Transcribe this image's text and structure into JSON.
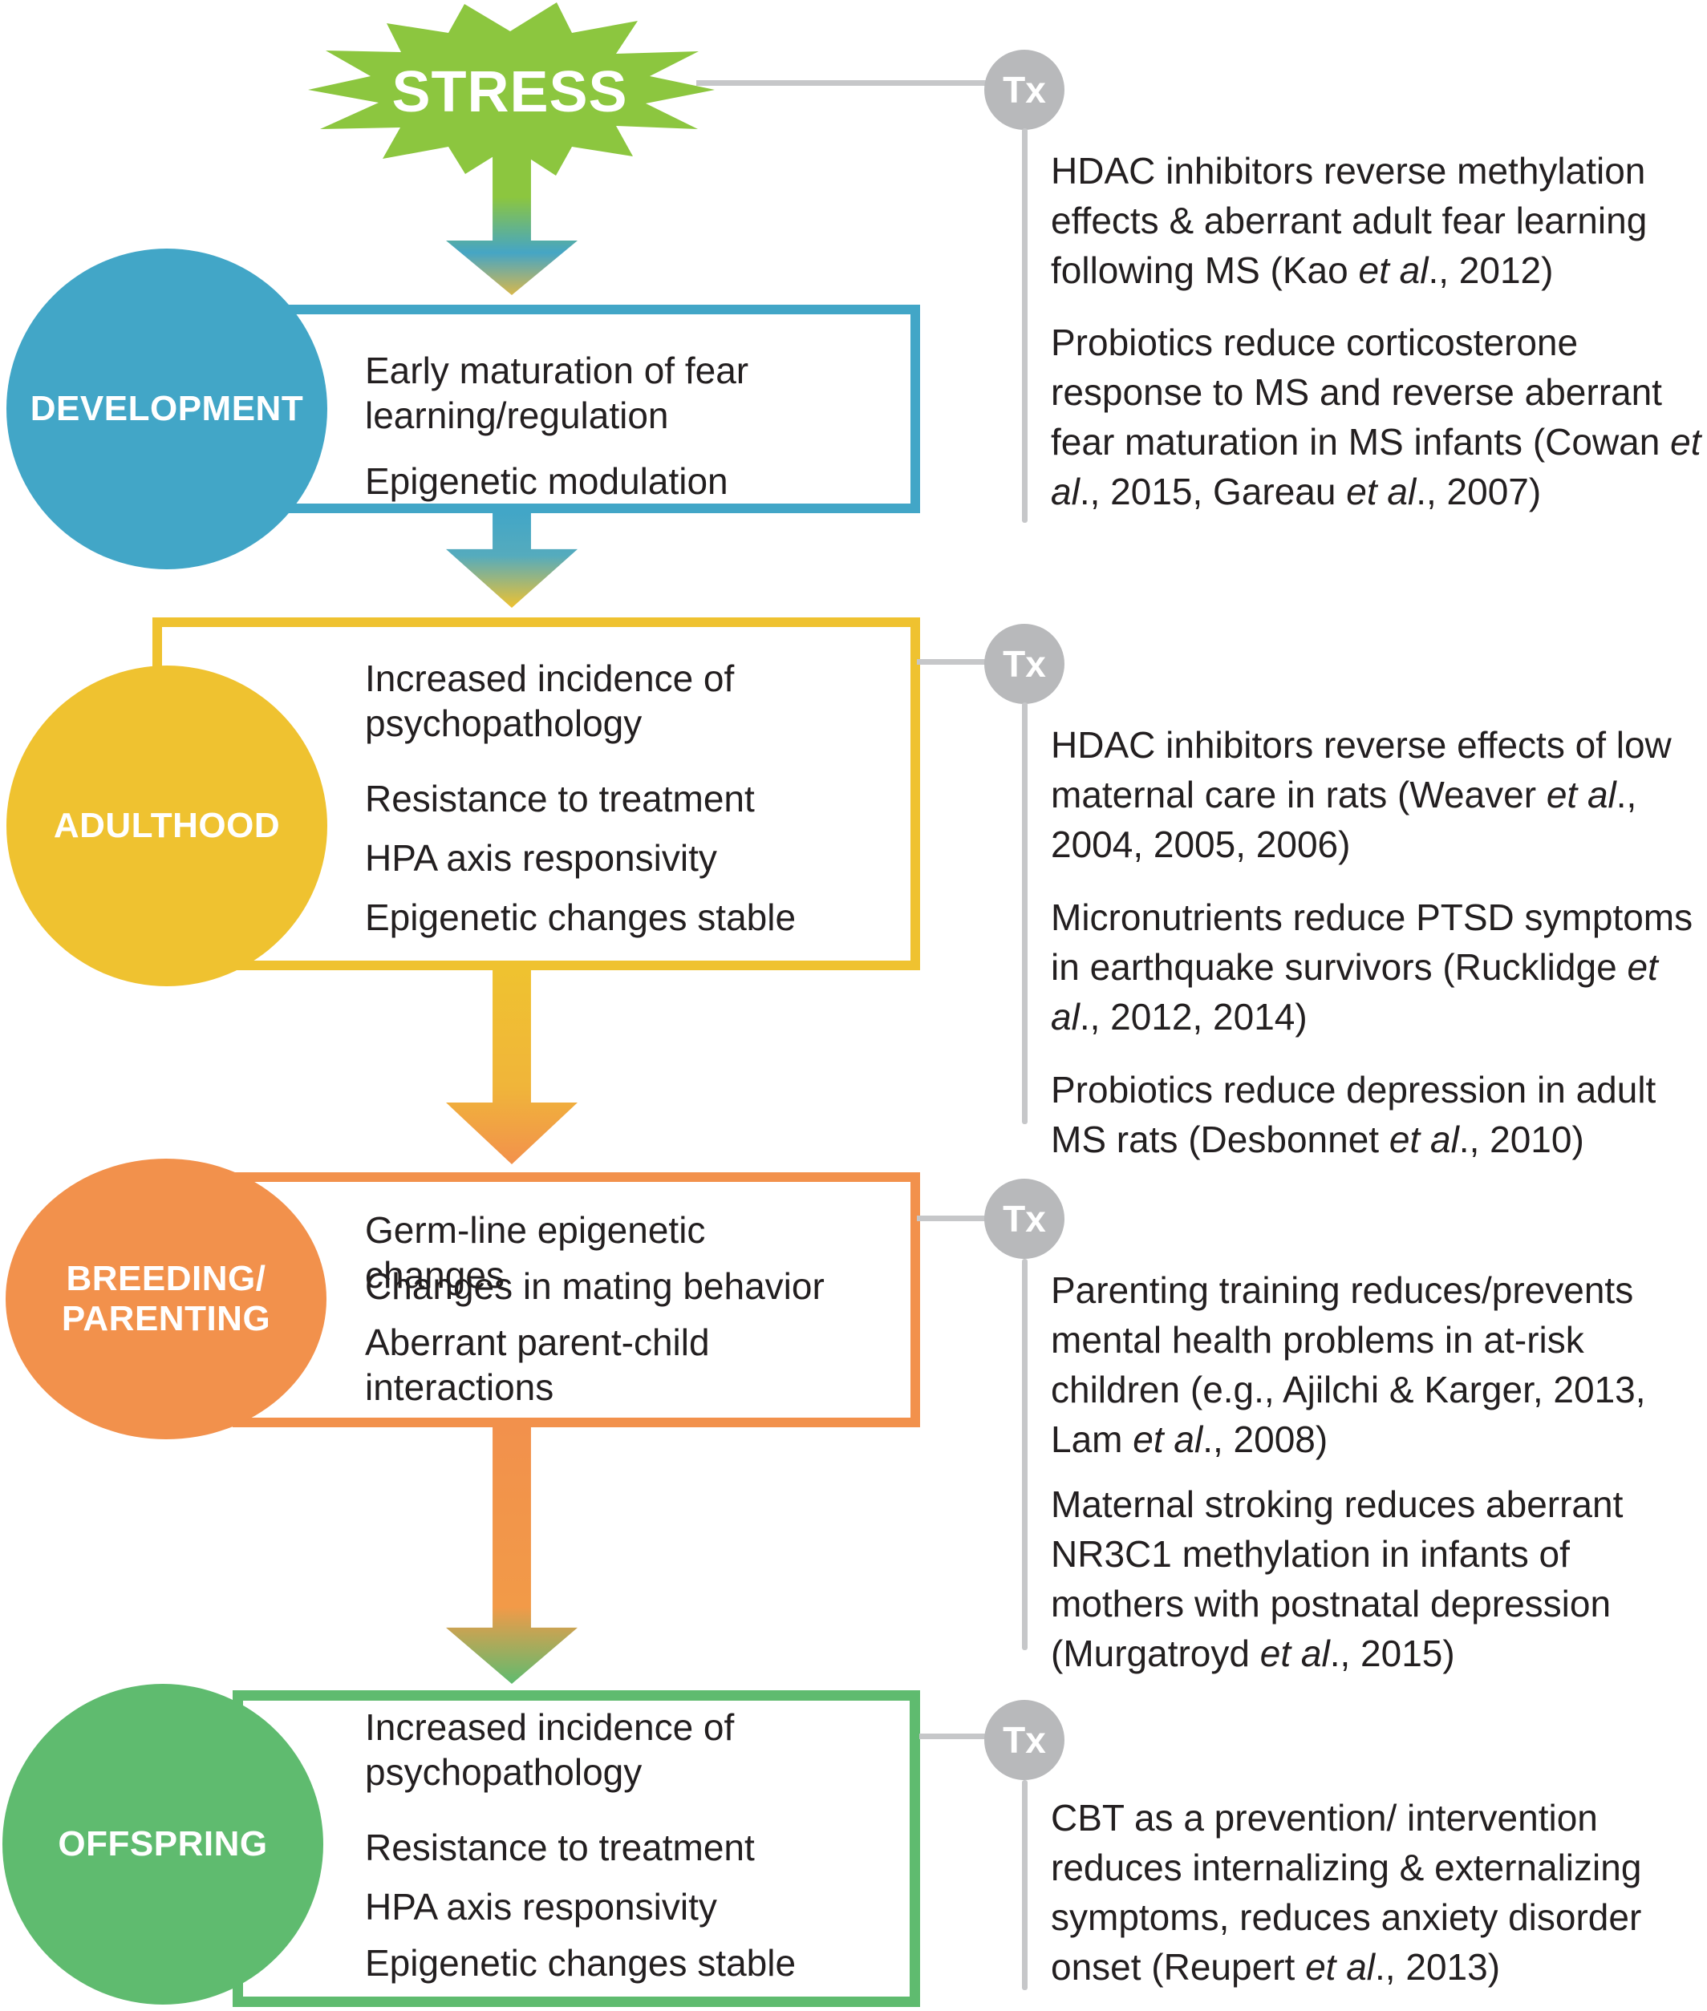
{
  "figure": {
    "stress_label": "STRESS",
    "tx_badge_label": "Tx",
    "colors": {
      "stress_green": "#8CC63F",
      "development_teal": "#42A6C7",
      "adulthood_yellow": "#EFC230",
      "breeding_orange": "#F2914C",
      "offspring_green": "#5FBB6F",
      "tx_gray": "#B8B9BB",
      "line_gray": "#C6C7C9",
      "text_dark": "#231F20"
    }
  },
  "stages": [
    {
      "label": "DEVELOPMENT",
      "items": [
        "Early maturation of fear learning/regulation",
        "Epigenetic modulation"
      ]
    },
    {
      "label": "ADULTHOOD",
      "items": [
        "Increased incidence of psychopathology",
        "Resistance to treatment",
        "HPA axis responsivity",
        "Epigenetic changes stable"
      ]
    },
    {
      "label_line1": "BREEDING/",
      "label_line2": "PARENTING",
      "items": [
        "Germ-line epigenetic changes",
        "Changes in mating behavior",
        "Aberrant parent-child interactions"
      ]
    },
    {
      "label": "OFFSPRING",
      "items": [
        "Increased incidence of psychopathology",
        "Resistance to treatment",
        "HPA axis responsivity",
        "Epigenetic changes stable"
      ]
    }
  ],
  "treatments": [
    {
      "runs": [
        {
          "t": "HDAC inhibitors reverse methylation effects & aberrant adult fear learning following MS (Kao "
        },
        {
          "t": "et al",
          "i": 1
        },
        {
          "t": "., 2012)"
        }
      ]
    },
    {
      "runs": [
        {
          "t": "Probiotics reduce corticosterone response to MS and reverse aberrant fear maturation in MS infants (Cowan "
        },
        {
          "t": "et al",
          "i": 1
        },
        {
          "t": "., 2015, Gareau "
        },
        {
          "t": "et al",
          "i": 1
        },
        {
          "t": "., 2007)"
        }
      ]
    },
    {
      "runs": [
        {
          "t": "HDAC inhibitors reverse effects of low maternal care in rats (Weaver "
        },
        {
          "t": "et al",
          "i": 1
        },
        {
          "t": "., 2004, 2005, 2006)"
        }
      ]
    },
    {
      "runs": [
        {
          "t": "Micronutrients reduce PTSD symptoms in earthquake survivors (Rucklidge "
        },
        {
          "t": "et al",
          "i": 1
        },
        {
          "t": "., 2012, 2014)"
        }
      ]
    },
    {
      "runs": [
        {
          "t": "Probiotics reduce depression in adult MS rats (Desbonnet "
        },
        {
          "t": "et al",
          "i": 1
        },
        {
          "t": "., 2010)"
        }
      ]
    },
    {
      "runs": [
        {
          "t": "Parenting training reduces/prevents mental health problems in at-risk children (e.g., Ajilchi & Karger, 2013, Lam "
        },
        {
          "t": "et al",
          "i": 1
        },
        {
          "t": "., 2008)"
        }
      ]
    },
    {
      "runs": [
        {
          "t": "Maternal stroking reduces aberrant NR3C1 methylation in infants of mothers with postnatal depression (Murgatroyd "
        },
        {
          "t": "et al",
          "i": 1
        },
        {
          "t": "., 2015)"
        }
      ]
    },
    {
      "runs": [
        {
          "t": "CBT as a prevention/ intervention reduces internalizing & externalizing symptoms, reduces anxiety disorder onset (Reupert "
        },
        {
          "t": "et al",
          "i": 1
        },
        {
          "t": "., 2013)"
        }
      ]
    }
  ]
}
